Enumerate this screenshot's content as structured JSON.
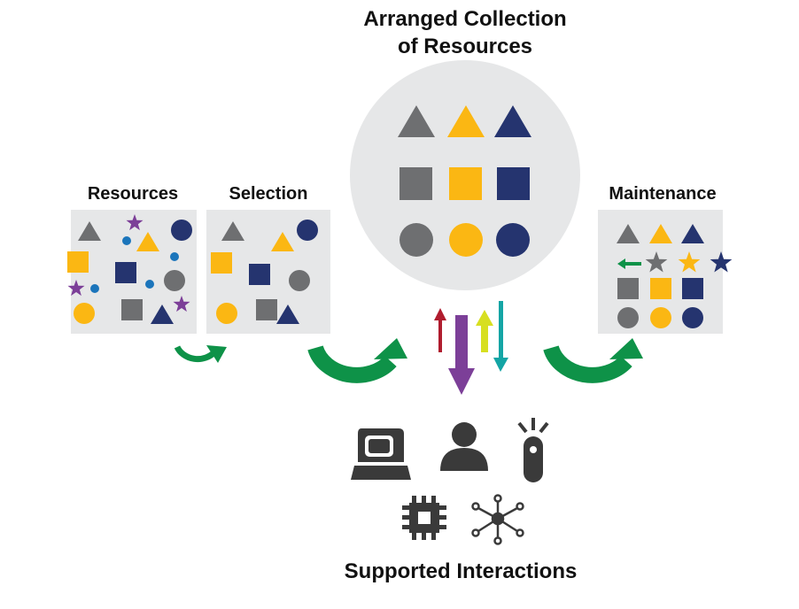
{
  "titles": {
    "arranged_line1": "Arranged Collection",
    "arranged_line2": "of Resources",
    "resources": "Resources",
    "selection": "Selection",
    "maintenance": "Maintenance",
    "supported": "Supported Interactions"
  },
  "colors": {
    "gray": "#6e6f71",
    "yellow": "#fbb713",
    "navy": "#25346f",
    "purple": "#7c3f98",
    "blue_dot": "#1b75bb",
    "green": "#0e9248",
    "red": "#b01c2e",
    "lime": "#d7df21",
    "teal": "#14a5a5",
    "panel": "#e6e7e8",
    "icon": "#3a3a3a"
  },
  "icons": [
    "computer-terminal-icon",
    "person-icon",
    "sensor-device-icon",
    "chip-icon",
    "network-hub-icon"
  ]
}
